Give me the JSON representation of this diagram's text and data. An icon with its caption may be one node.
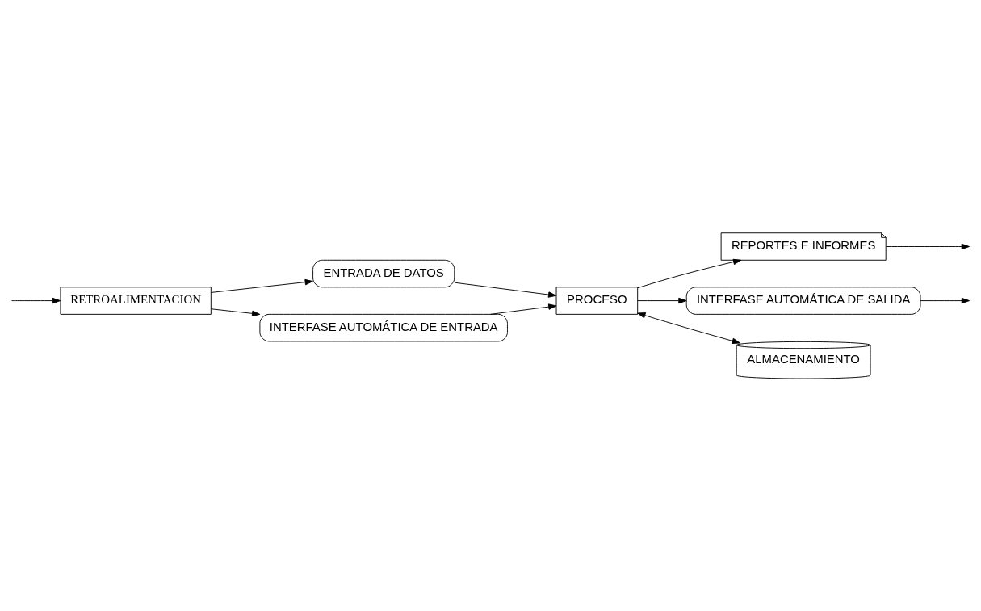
{
  "diagram": {
    "nodes": [
      {
        "text": [
          "ENTRADA DE DATOS"
        ]
      },
      {
        "text": [
          "PROCESO"
        ]
      },
      {
        "text": [
          "REPORTES E INFORMES"
        ]
      },
      {
        "text": [
          "INTERFASE AUTOMÁTICA DE ENTRADA"
        ]
      },
      {
        "text": [
          "INTERFASE AUTOMÁTICA DE SALIDA"
        ]
      },
      {
        "text": [
          "ALMACENAMIENTO"
        ]
      },
      {
        "text": [
          "RETROALIMENTACION"
        ]
      }
    ],
    "edges": [
      {
        "from": 0,
        "to": 1,
        "arrow": "to"
      },
      {
        "from": 3,
        "to": 1,
        "arrow": "to"
      },
      {
        "from": 1,
        "to": 2,
        "arrow": "to"
      },
      {
        "from": 1,
        "to": 4,
        "arrow": "to"
      },
      {
        "from": 1,
        "to": 5,
        "arrow": "both"
      },
      {
        "from": 2,
        "to": null,
        "arrow": "to"
      },
      {
        "from": 4,
        "to": null,
        "arrow": "to"
      },
      {
        "from": null,
        "to": 6,
        "arrow": "to"
      },
      {
        "from": 6,
        "to": 0,
        "arrow": "to"
      },
      {
        "from": 6,
        "to": 3,
        "arrow": "to"
      }
    ]
  }
}
